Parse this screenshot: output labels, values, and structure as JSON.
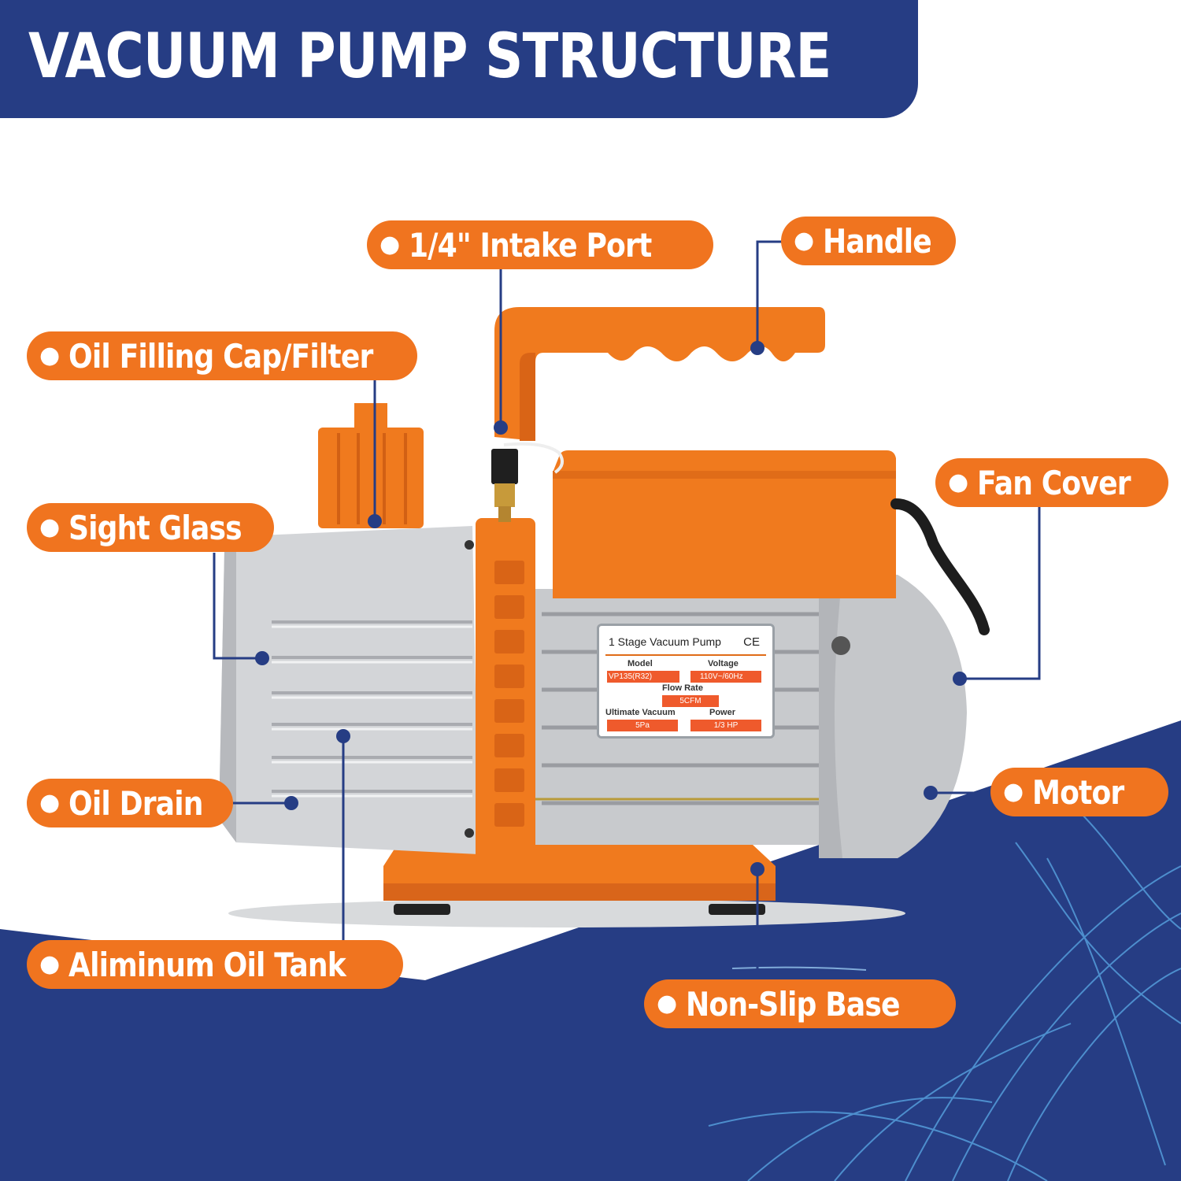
{
  "header": {
    "title": "VACUUM PUMP STRUCTURE"
  },
  "callouts": {
    "intake_port": "1/4\" Intake Port",
    "handle": "Handle",
    "oil_filling_cap": "Oil Filling Cap/Filter",
    "fan_cover": "Fan Cover",
    "sight_glass": "Sight Glass",
    "oil_drain": "Oil Drain",
    "motor": "Motor",
    "aluminum_oil_tank": "Aliminum Oil Tank",
    "non_slip_base": "Non-Slip Base"
  },
  "nameplate": {
    "title": "1 Stage Vacuum Pump",
    "mark": "CE",
    "model_label": "Model",
    "model_value": "VP135(R32)",
    "voltage_label": "Voltage",
    "voltage_value": "110V~/60Hz",
    "flow_label": "Flow Rate",
    "flow_value": "5CFM",
    "vacuum_label": "Ultimate Vacuum",
    "vacuum_value": "5Pa",
    "power_label": "Power",
    "power_value": "1/3 HP"
  },
  "colors": {
    "navy": "#263d84",
    "orange": "#f0741f",
    "silver": "#c9cbce",
    "white": "#ffffff"
  }
}
